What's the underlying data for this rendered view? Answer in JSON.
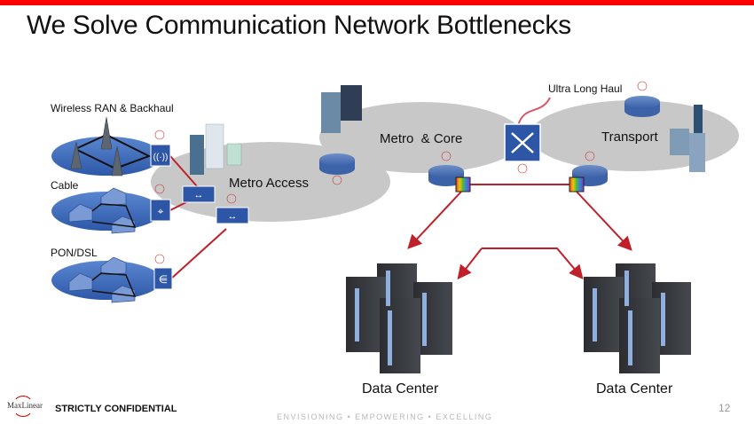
{
  "header": {
    "title": "We Solve Communication Network Bottlenecks",
    "accent_color": "#ff0000"
  },
  "access_networks": [
    {
      "label": "Wireless RAN & Backhaul",
      "device_icon": "wireless-antenna-icon",
      "node_icon": "cell-tower-icon"
    },
    {
      "label": "Cable",
      "device_icon": "cable-modem-icon",
      "node_icon": "house-icon"
    },
    {
      "label": "PON/DSL",
      "device_icon": "plug-icon",
      "node_icon": "house-icon"
    }
  ],
  "clouds": {
    "metro_access": "Metro Access",
    "metro_core": "Metro  & Core",
    "transport": "Transport"
  },
  "callout": {
    "ultra_long_haul": "Ultra Long Haul"
  },
  "data_centers": [
    {
      "label": "Data Center"
    },
    {
      "label": "Data Center"
    }
  ],
  "badge_text": "MaxLinear",
  "footer": {
    "logo_text": "MaxLinear",
    "confidential": "STRICTLY CONFIDENTIAL",
    "tagline": "ENVISIONING • EMPOWERING • EXCELLING",
    "page_number": "12"
  },
  "colors": {
    "link_red": "#c0202a",
    "device_blue": "#2e56a6",
    "cloud_gray": "#c8c8c8",
    "access_blue": "#3a67b8"
  }
}
